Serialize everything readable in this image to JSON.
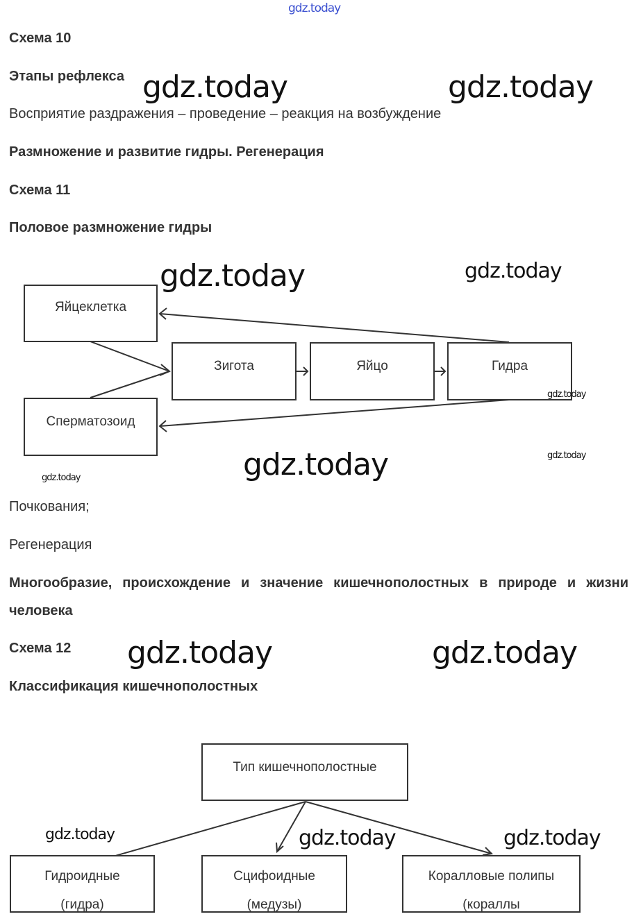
{
  "watermark": "gdz.today",
  "sections": {
    "scheme10": "Схема 10",
    "reflex_title": "Этапы рефлекса",
    "reflex_text": "Восприятие раздражения – проведение – реакция на возбуждение",
    "hydra_title": "Размножение и развитие гидры. Регенерация",
    "scheme11": "Схема 11",
    "sexual_title": "Половое размножение гидры",
    "budding": "Почкования;",
    "regeneration": "Регенерация",
    "diversity_title": "Многообразие, происхождение и значение кишечнополостных в природе и жизни человека",
    "scheme12": "Схема 12",
    "classification_title": "Классификация кишечнополостных"
  },
  "diagram1": {
    "egg_cell": "Яйцеклетка",
    "sperm": "Сперматозоид",
    "zygote": "Зигота",
    "egg": "Яйцо",
    "hydra": "Гидра"
  },
  "diagram2": {
    "root": "Тип кишечнополостные",
    "children": [
      {
        "name": "Гидроидные",
        "example": "(гидра)"
      },
      {
        "name": "Сцифоидные",
        "example": "(медузы)"
      },
      {
        "name": "Коралловые полипы",
        "example": "(кораллы"
      }
    ]
  }
}
